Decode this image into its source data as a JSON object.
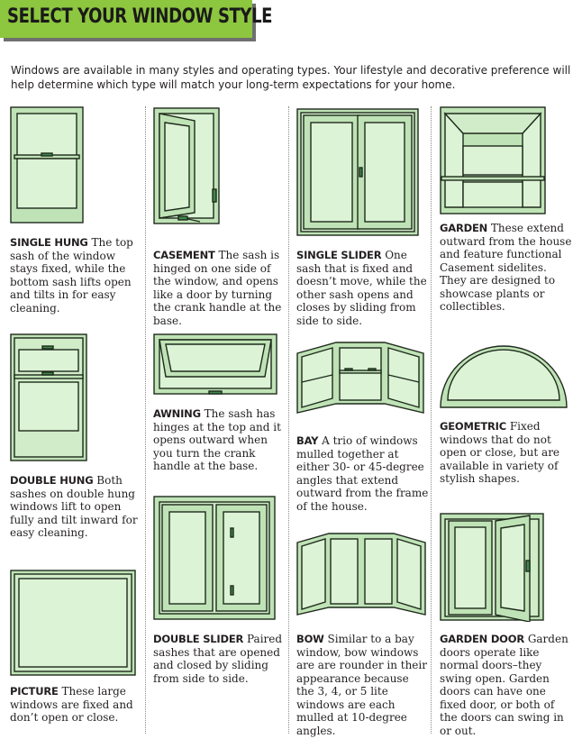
{
  "header": {
    "title": "SELECT YOUR WINDOW STYLE"
  },
  "intro": "Windows are available in many styles and operating types. Your lifestyle and decorative preference will help determine which type will match your long-term expectations for your home.",
  "windows": [
    {
      "name": "SINGLE HUNG",
      "description": "The top sash of the window stays fixed, while the bottom sash lifts open and tilts in for easy cleaning.",
      "icon": "single-hung-window-icon"
    },
    {
      "name": "CASEMENT",
      "description": "The sash is hinged on one side of the window, and opens like a door by turning the crank handle at the base.",
      "icon": "casement-window-icon"
    },
    {
      "name": "SINGLE SLIDER",
      "description": "One sash that is fixed and doesn’t move, while the other sash opens and closes by sliding from side to side.",
      "icon": "single-slider-window-icon"
    },
    {
      "name": "GARDEN",
      "description": "These extend outward from the house and feature functional Casement sidelites. They are designed to showcase plants or collectibles.",
      "icon": "garden-window-icon"
    },
    {
      "name": "DOUBLE HUNG",
      "description": "Both sashes on double hung windows lift to open fully and tilt inward for easy cleaning.",
      "icon": "double-hung-window-icon"
    },
    {
      "name": "AWNING",
      "description": "The sash has hinges at the top and it opens outward when you turn the crank handle at the base.",
      "icon": "awning-window-icon"
    },
    {
      "name": "BAY",
      "description": "A trio of windows mulled together at either 30- or 45-degree angles that extend outward from the frame of the house.",
      "icon": "bay-window-icon"
    },
    {
      "name": "GEOMETRIC",
      "description": "Fixed windows that do not open or close, but are available in variety of stylish shapes.",
      "icon": "geometric-window-icon"
    },
    {
      "name": "PICTURE",
      "description": "These large windows are fixed and don’t open or close.",
      "icon": "picture-window-icon"
    },
    {
      "name": "DOUBLE SLIDER",
      "description": "Paired sashes that are opened and closed by sliding from side to side.",
      "icon": "double-slider-window-icon"
    },
    {
      "name": "BOW",
      "description": "Similar to a bay window, bow windows are are rounder in their appearance because the 3, 4, or 5 lite windows are each mulled at 10-degree angles.",
      "icon": "bow-window-icon"
    },
    {
      "name": "GARDEN DOOR",
      "description": "Garden doors operate like normal doors–they swing open. Garden doors can have one fixed door, or both of the doors can swing in or out.",
      "icon": "garden-door-icon"
    }
  ],
  "colors": {
    "banner": "#8dc63f",
    "frame": "#bfe3b6",
    "glass": "#dcf3d6",
    "outline": "#1f2a1c",
    "hardware": "#3d8a4a"
  }
}
